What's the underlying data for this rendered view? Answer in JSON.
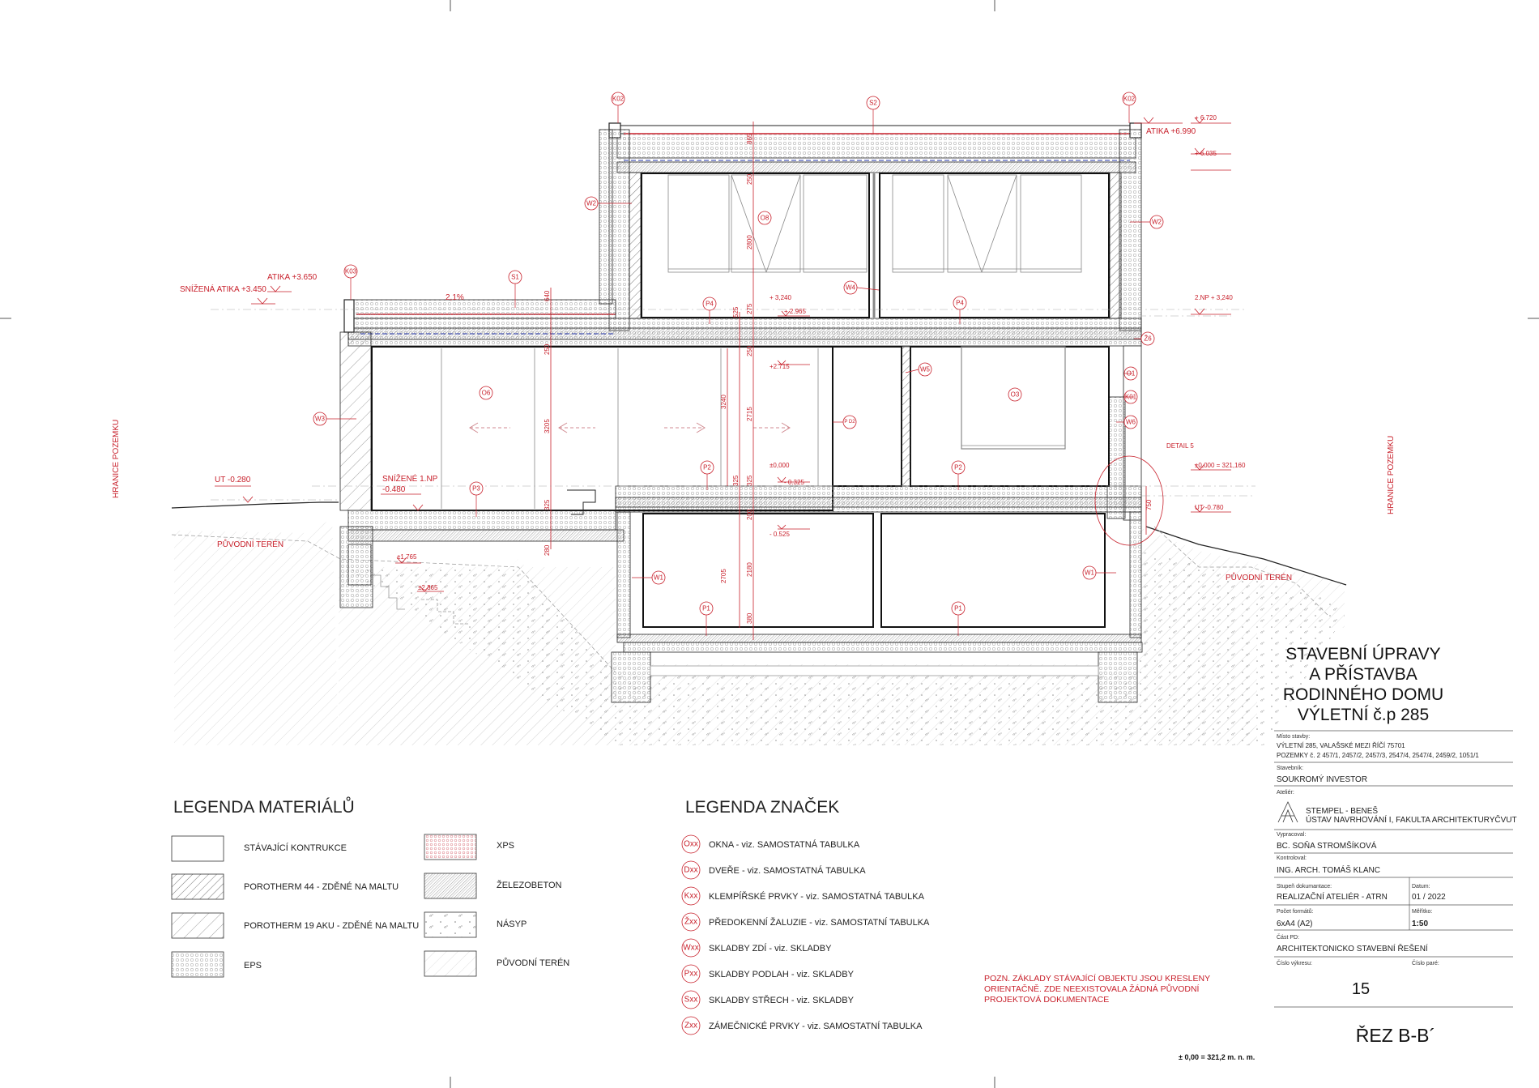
{
  "elevations": {
    "atika_top": "ATIKA +6.990",
    "e6720": "+ 6.720",
    "e6035": "+ 6.035",
    "snizena_atika": "SNÍŽENÁ ATIKA  +3.450",
    "atika_3650": "ATIKA  +3.650",
    "np2": "2.NP + 3,240",
    "e3240": "+ 3,240",
    "e2965": "+ 2.965",
    "e2715": "+2.715",
    "zero": "±0,000",
    "e0325": "- 0.325",
    "e0525": "- 0.525",
    "zero_abs": "±0,000 = 321,160",
    "ut_left": "UT -0.280",
    "ut_right": "UT -0.780",
    "snizene_line1": "SNÍŽENÉ 1.NP",
    "snizene_line2": "-0.480",
    "e1765": "±1,765",
    "e2365": "±2,365",
    "slope": "2,1%"
  },
  "labels": {
    "puvodni_teren": "PŮVODNÍ TERÉN",
    "hranice_pozemku": "HRANICE POZEMKU",
    "detail5": "DETAIL 5"
  },
  "tags": {
    "K02": "K02",
    "K03": "K03",
    "K01": "K01",
    "S2": "S2",
    "S1": "S1",
    "W2": "W2",
    "W3": "W3",
    "W4": "W4",
    "W5": "W5",
    "W6": "W6",
    "W1": "W1",
    "P1": "P1",
    "P2": "P2",
    "P3": "P3",
    "P4": "P4",
    "O1": "O1",
    "O3": "O3",
    "O6": "O6",
    "O8": "O8",
    "D2": "P\nD2",
    "Z6": "Ž6"
  },
  "dims": {
    "d640": "640",
    "d250": "250",
    "d2800": "2800",
    "d525": "525",
    "d275": "275",
    "d3240": "3240",
    "d3205": "3205",
    "d2715": "2715",
    "d325": "325",
    "d200": "200",
    "d2705": "2705",
    "d2180": "2180",
    "d280": "280",
    "d380": "380",
    "d750": "750",
    "d865": "865"
  },
  "legend_materials": {
    "title": "LEGENDA MATERIÁLŮ",
    "items": [
      "STÁVAJÍCÍ KONTRUKCE",
      "POROTHERM 44 - ZDĚNÉ NA MALTU",
      "POROTHERM 19 AKU - ZDĚNÉ NA MALTU",
      "EPS",
      "XPS",
      "ŽELEZOBETON",
      "NÁSYP",
      "PŮVODNÍ TERÉN"
    ]
  },
  "legend_symbols": {
    "title": "LEGENDA ZNAČEK",
    "items": [
      {
        "sym": "Oxx",
        "text": "OKNA - viz. SAMOSTATNÁ TABULKA"
      },
      {
        "sym": "Dxx",
        "text": "DVEŘE - viz. SAMOSTATNÁ TABULKA"
      },
      {
        "sym": "Kxx",
        "text": "KLEMPÍŘSKÉ PRVKY - viz. SAMOSTATNÁ TABULKA"
      },
      {
        "sym": "Žxx",
        "text": "PŘEDOKENNÍ ŽALUZIE - viz. SAMOSTATNÍ TABULKA"
      },
      {
        "sym": "Wxx",
        "text": "SKLADBY ZDÍ - viz. SKLADBY"
      },
      {
        "sym": "Pxx",
        "text": "SKLADBY PODLAH - viz. SKLADBY"
      },
      {
        "sym": "Sxx",
        "text": "SKLADBY STŘECH - viz. SKLADBY"
      },
      {
        "sym": "Zxx",
        "text": "ZÁMEČNICKÉ PRVKY - viz. SAMOSTATNÍ TABULKA"
      }
    ]
  },
  "note": {
    "line1": "POZN. ZÁKLADY STÁVAJÍCÍ OBJEKTU JSOU KRESLENY",
    "line2": "ORIENTAČNĚ. ZDE NEEXISTOVALA ŽÁDNÁ PŮVODNÍ",
    "line3": "PROJEKTOVÁ DOKUMENTACE"
  },
  "datum_note": "± 0,00 = 321,2 m. n. m.",
  "title_block": {
    "title_lines": [
      "STAVEBNÍ ÚPRAVY",
      "A PŘÍSTAVBA",
      "RODINNÉHO DOMU",
      "VÝLETNÍ č.p 285"
    ],
    "misto_label": "Místo stavby:",
    "misto_line1": "VÝLETNÍ 285, VALAŠSKÉ MEZI ŘÍČÍ 75701",
    "misto_line2": "POZEMKY č. 2 457/1, 2457/2, 2457/3, 2547/4, 2547/4, 2459/2, 1051/1",
    "investor_label": "Stavebník:",
    "investor": "SOUKROMÝ INVESTOR",
    "atelier_label": "Ateliér:",
    "atelier_line1": "STEMPEL - BENEŠ",
    "atelier_line2": "ÚSTAV NAVRHOVÁNÍ I, FAKULTA ARCHITEKTURYČVUT",
    "vypracoval_label": "Vypracoval:",
    "vypracoval": "BC. SOŇA STROMŠÍKOVÁ",
    "kontroloval_label": "Kontroloval:",
    "kontroloval": "ING. ARCH. TOMÁŠ KLANC",
    "stupen_label": "Stupeň dokumantace:",
    "stupen": "REALIZAČNÍ ATELIÉR - ATRN",
    "datum_label": "Datum:",
    "datum": "01 / 2022",
    "formatu_label": "Počet formátů:",
    "formatu": "6xA4 (A2)",
    "meritko_label": "Měřítko:",
    "meritko": "1:50",
    "cast_label": "Část PD:",
    "cast": "ARCHITEKTONICKO STAVEBNÍ ŘEŠENÍ",
    "cislo_label": "Číslo výkresu:",
    "cislo": "15",
    "pare_label": "Číslo paré:",
    "section": "ŘEZ B-B´"
  }
}
